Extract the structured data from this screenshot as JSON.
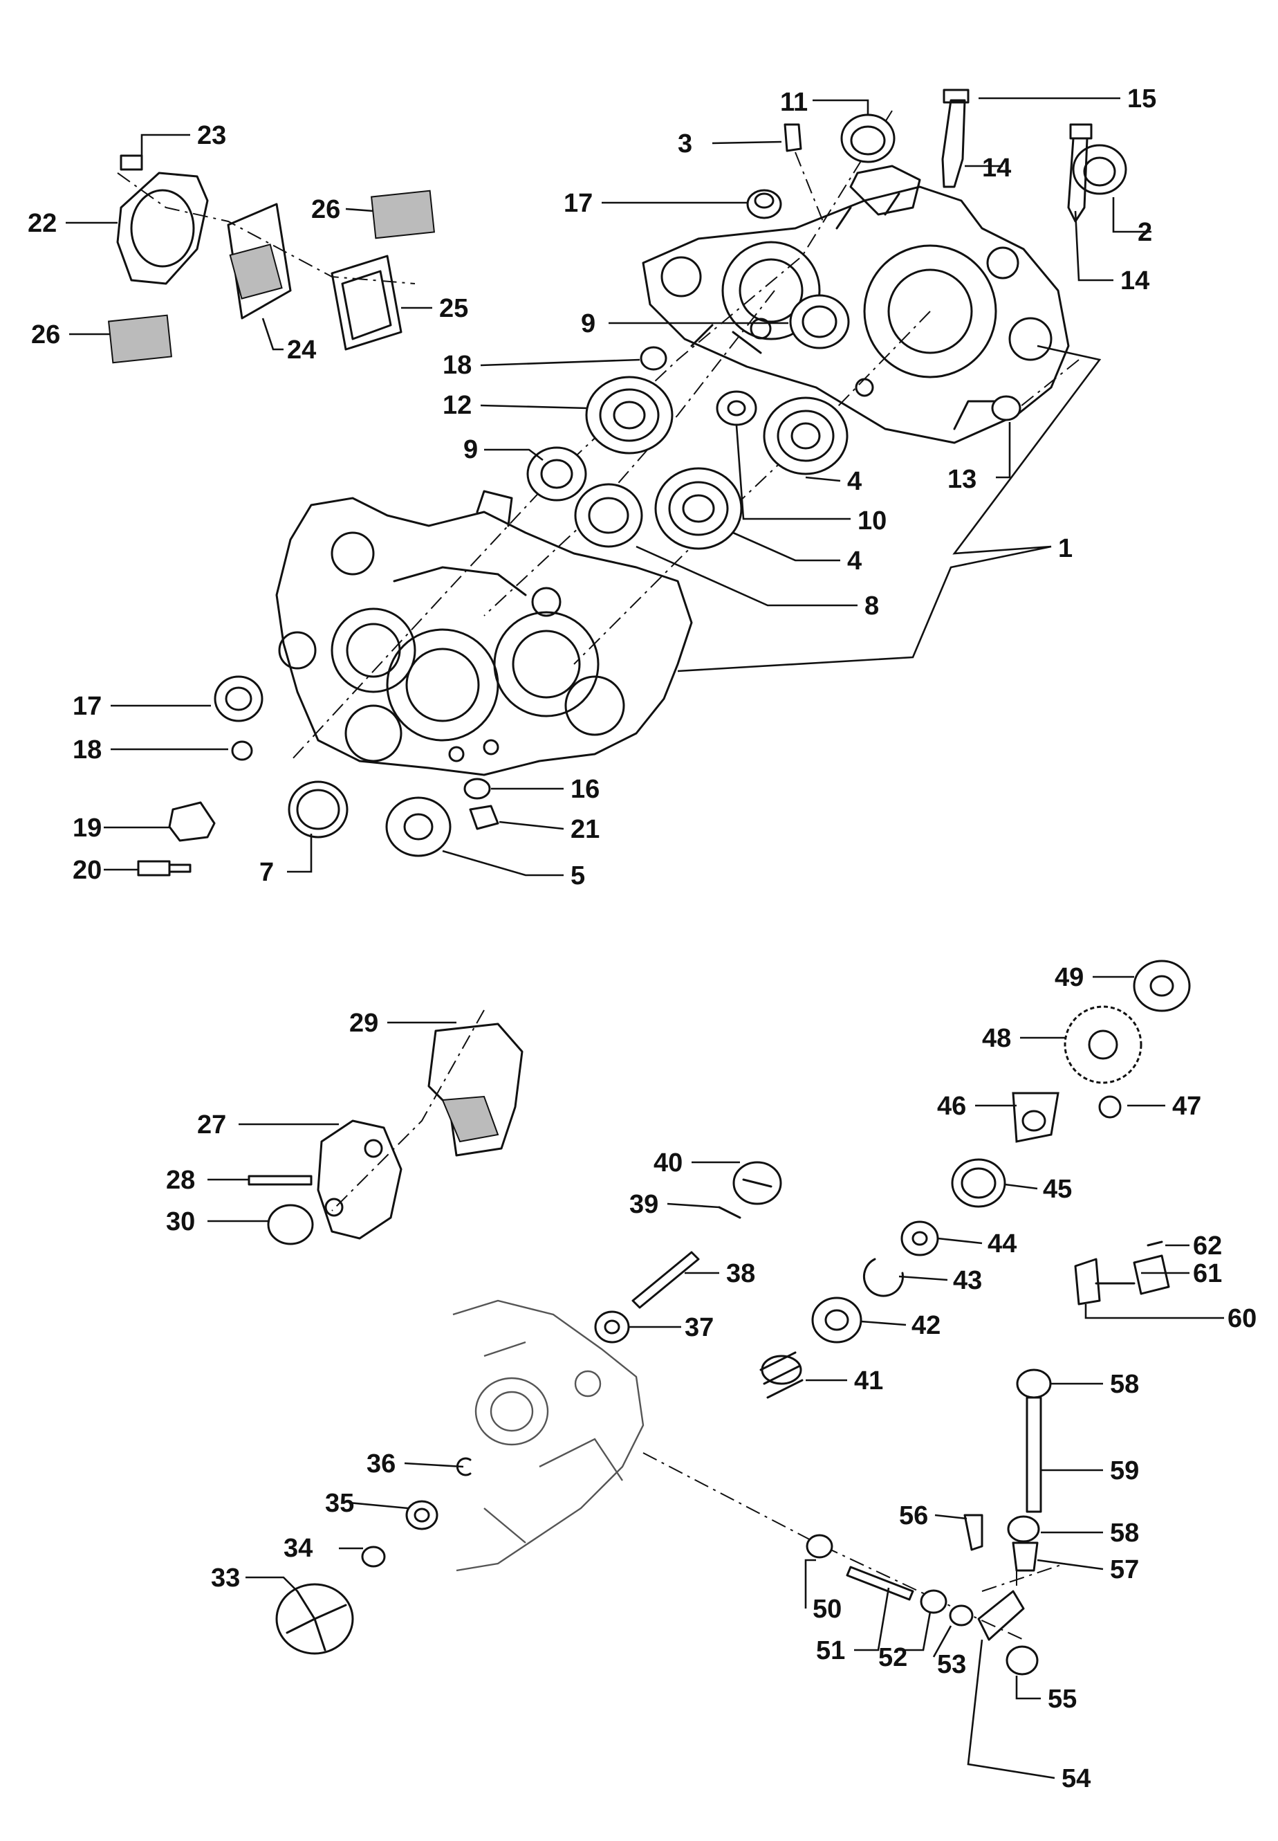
{
  "labels": {
    "p1": "1",
    "p2": "2",
    "p3": "3",
    "p4a": "4",
    "p4b": "4",
    "p5": "5",
    "p7": "7",
    "p8": "8",
    "p9a": "9",
    "p9b": "9",
    "p10": "10",
    "p11": "11",
    "p12": "12",
    "p13": "13",
    "p14a": "14",
    "p14b": "14",
    "p15": "15",
    "p16": "16",
    "p17a": "17",
    "p17b": "17",
    "p18a": "18",
    "p18b": "18",
    "p19": "19",
    "p20": "20",
    "p21": "21",
    "p22": "22",
    "p23": "23",
    "p24": "24",
    "p25": "25",
    "p26a": "26",
    "p26b": "26",
    "p27": "27",
    "p28": "28",
    "p29": "29",
    "p30": "30",
    "p33": "33",
    "p34": "34",
    "p35": "35",
    "p36": "36",
    "p37": "37",
    "p38": "38",
    "p39": "39",
    "p40": "40",
    "p41": "41",
    "p42": "42",
    "p43": "43",
    "p44": "44",
    "p45": "45",
    "p46": "46",
    "p47": "47",
    "p48": "48",
    "p49": "49",
    "p50": "50",
    "p51": "51",
    "p52": "52",
    "p53": "53",
    "p54": "54",
    "p55": "55",
    "p56": "56",
    "p57": "57",
    "p58a": "58",
    "p58b": "58",
    "p59": "59",
    "p60": "60",
    "p61": "61",
    "p62": "62"
  }
}
